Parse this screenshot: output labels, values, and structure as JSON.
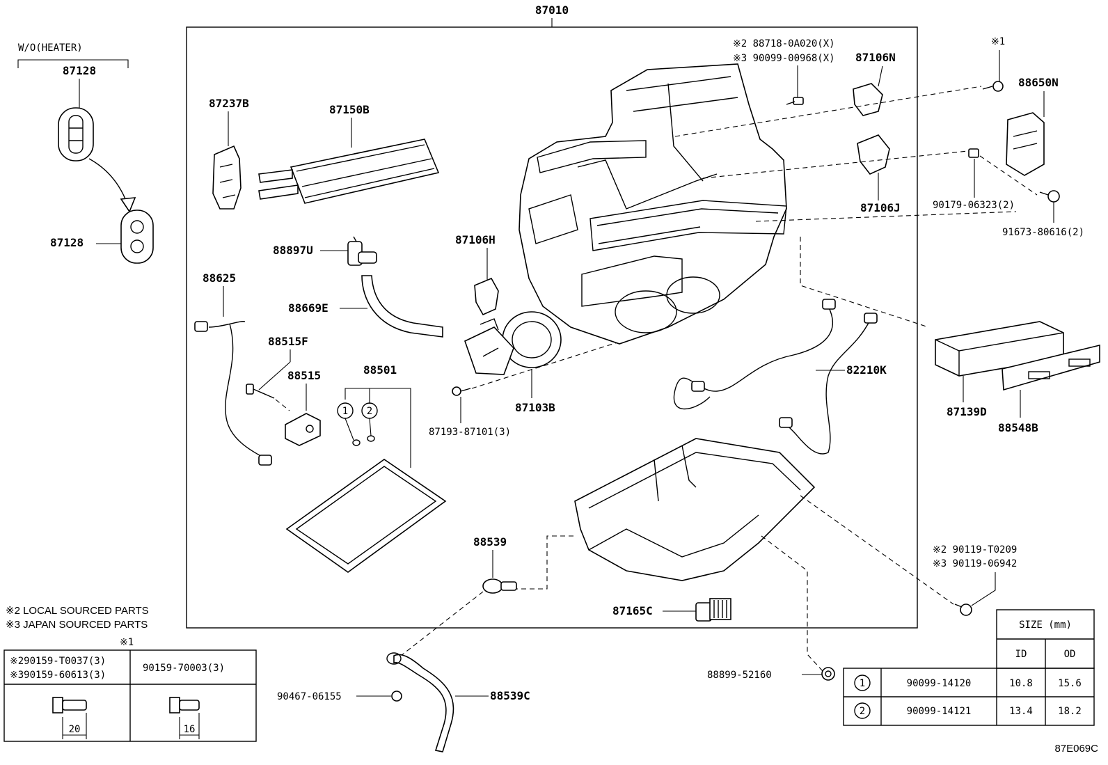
{
  "assembly": {
    "number": "87010"
  },
  "without_heater": {
    "label": "W/O(HEATER)",
    "part_upper": "87128",
    "part_lower": "87128"
  },
  "parts": {
    "p87237B": "87237B",
    "p87150B": "87150B",
    "p88897U": "88897U",
    "p88625": "88625",
    "p88669E": "88669E",
    "p88515F": "88515F",
    "p88515": "88515",
    "p88501": "88501",
    "p87106H": "87106H",
    "p87103B": "87103B",
    "p87193": "87193-87101(3)",
    "p88539": "88539",
    "p87165C": "87165C",
    "p88539C": "88539C",
    "p90467": "90467-06155",
    "p88899": "88899-52160",
    "p82210K": "82210K",
    "p87106N": "87106N",
    "p87106J": "87106J",
    "p88650N": "88650N",
    "p90179": "90179-06323(2)",
    "p91673": "91673-80616(2)",
    "p87139D": "87139D",
    "p88548B": "88548B"
  },
  "marks": {
    "mark1": "※1"
  },
  "top_screw_refs": {
    "line1": "※2 88718-0A020(X)",
    "line2": "※3 90099-00968(X)"
  },
  "side_screw_refs": {
    "line1": "※2 90119-T0209",
    "line2": "※3 90119-06942"
  },
  "circle_refs": {
    "c1": "1",
    "c2": "2"
  },
  "notes": {
    "note2": "※2 LOCAL SOURCED PARTS",
    "note3": "※3 JAPAN SOURCED PARTS"
  },
  "bolt_table": {
    "mark": "※1",
    "col1_line1": "※290159-T0037(3)",
    "col1_line2": "※390159-60613(3)",
    "col2": "90159-70003(3)",
    "dim1": "20",
    "dim2": "16"
  },
  "size_table": {
    "title": "SIZE (mm)",
    "col_id": "ID",
    "col_od": "OD",
    "rows": [
      {
        "ref": "1",
        "part": "90099-14120",
        "id": "10.8",
        "od": "15.6"
      },
      {
        "ref": "2",
        "part": "90099-14121",
        "id": "13.4",
        "od": "18.2"
      }
    ]
  },
  "diagram_code": "87E069C"
}
